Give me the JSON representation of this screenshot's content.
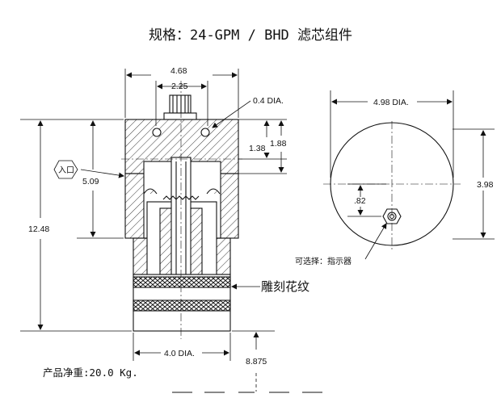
{
  "title": "规格：24-GPM / BHD 滤芯组件",
  "weight": "产品净重:20.0 Kg.",
  "callouts": {
    "inlet": "入口",
    "knurl": "雕刻花纹",
    "indicator": "可选择：指示器"
  },
  "dims": {
    "w_top": "4.68",
    "w_inner": "2.25",
    "hole": "0.4 DIA.",
    "h_138": "1.38",
    "h_188": "1.88",
    "h_509": "5.09",
    "h_total": "12.48",
    "base_dia": "4.0 DIA.",
    "clearance": "8.875",
    "body_dia": "4.98 DIA.",
    "h_398": "3.98",
    "off_82": ".82"
  }
}
